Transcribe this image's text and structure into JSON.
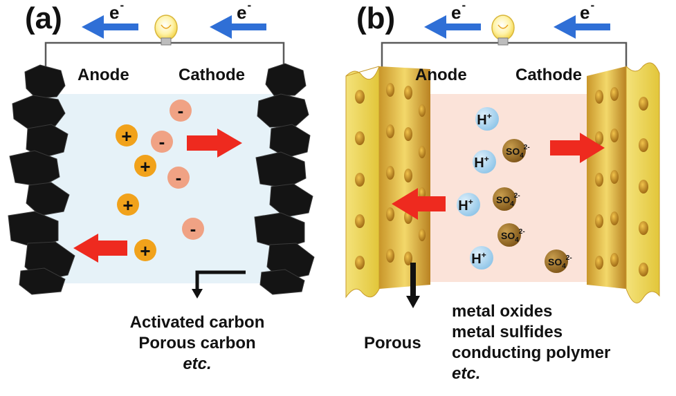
{
  "panel_a": {
    "tag": "(a)",
    "anode": "Anode",
    "cathode": "Cathode",
    "electron": "e",
    "electron_sign": "-",
    "cation_symbol": "+",
    "anion_symbol": "-",
    "materials": [
      "Activated carbon",
      "Porous carbon",
      "etc."
    ]
  },
  "panel_b": {
    "tag": "(b)",
    "anode": "Anode",
    "cathode": "Cathode",
    "electron": "e",
    "electron_sign": "-",
    "proton_symbol": "H",
    "proton_charge": "+",
    "sulfate_symbol": "SO",
    "sulfate_sub": "4",
    "sulfate_charge": "2-",
    "porous_label": "Porous",
    "materials": [
      "metal oxides",
      "metal sulfides",
      "conducting polymer",
      "etc."
    ]
  },
  "colors": {
    "electron_arrow": "#2f6fd6",
    "ion_arrow": "#ee2a1f",
    "carbon": "#141414",
    "porous_electrode": "#e9d04c",
    "electrolyte_a": "#e6f2f8",
    "electrolyte_b": "#fbe3d9",
    "cation": "#f1a21b",
    "anion": "#f0a284",
    "proton": "#a9d6f0",
    "sulfate": "#a0782a",
    "bulb": "#fff3a8"
  },
  "icons": [
    "light-bulb-icon",
    "electron-flow-arrow-icon",
    "ion-migration-arrow-icon",
    "carbon-particle-icon",
    "porous-electrode-icon"
  ]
}
